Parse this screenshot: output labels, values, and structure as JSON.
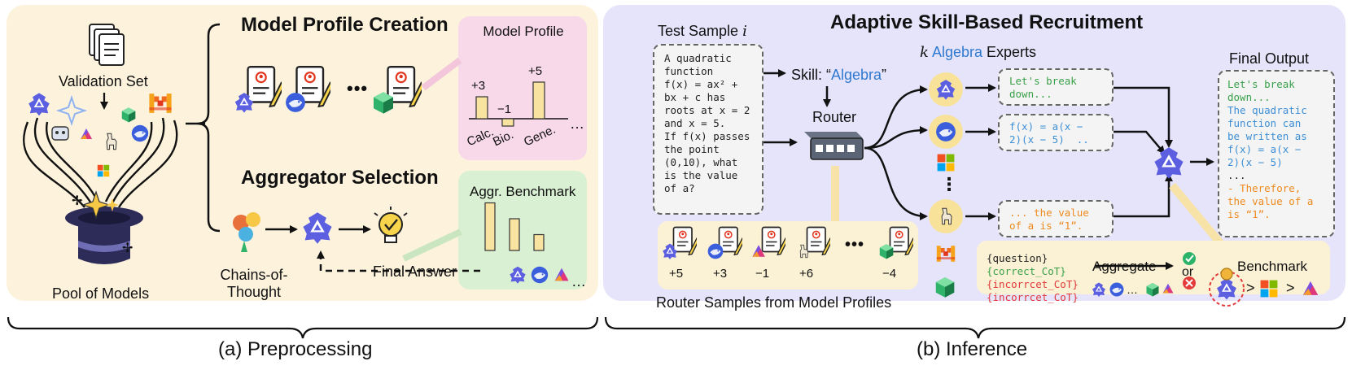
{
  "left_panel": {
    "model_profile_creation_title": "Model Profile Creation",
    "aggregator_selection_title": "Aggregator Selection",
    "validation_set_label": "Validation Set",
    "pool_of_models_label": "Pool of Models",
    "chains_of_thought_label": "Chains-of-\nThought",
    "final_answer_label": "Final Answer",
    "profile_ellipsis": "•••",
    "model_profile_box": {
      "title": "Model Profile",
      "ellipsis": "…",
      "bars": [
        {
          "category": "Calc.",
          "value": 3,
          "value_label": "+3"
        },
        {
          "category": "Bio.",
          "value": -1,
          "value_label": "−1"
        },
        {
          "category": "Gene.",
          "value": 5,
          "value_label": "+5"
        }
      ]
    },
    "aggr_benchmark_box": {
      "title": "Aggr. Benchmark",
      "ellipsis": "…",
      "bar_values": [
        4.5,
        3,
        1.5
      ]
    }
  },
  "right_panel": {
    "title": "Adaptive Skill-Based Recruitment",
    "test_sample_label": "Test Sample",
    "test_sample_var": "i",
    "question_lines": [
      "A quadratic",
      "function",
      "f(x) = ax² +",
      "bx + c has",
      "roots at x = 2",
      "and x = 5.",
      "If f(x) passes",
      "the point",
      "(0,10), what",
      "is the value",
      "of a?"
    ],
    "skill_prefix": "Skill: “",
    "skill_name": "Algebra",
    "skill_suffix": "”",
    "router_label": "Router",
    "experts_k": "k",
    "experts_skill": "Algebra",
    "experts_suffix": "Experts",
    "expert_outputs": [
      {
        "lines": [
          "Let's break",
          "down..."
        ],
        "color": "#3aa14a"
      },
      {
        "lines": [
          "f(x) = a(x −",
          "2)(x − 5)  .."
        ],
        "color": "#3d8fd6"
      },
      {
        "lines": [
          "... the value",
          "of a is “1”."
        ],
        "color": "#ee8a1f"
      }
    ],
    "expert_ellipsis": "⋮",
    "final_output_title": "Final Output",
    "final_output_lines": [
      {
        "text": "Let's break",
        "color": "#3aa14a"
      },
      {
        "text": "down...",
        "color": "#3aa14a"
      },
      {
        "text": "The quadratic",
        "color": "#3d8fd6"
      },
      {
        "text": "function can",
        "color": "#3d8fd6"
      },
      {
        "text": "be written as",
        "color": "#3d8fd6"
      },
      {
        "text": "f(x) = a(x −",
        "color": "#3d8fd6"
      },
      {
        "text": "2)(x − 5)",
        "color": "#3d8fd6"
      },
      {
        "text": "...",
        "color": "#222222"
      },
      {
        "text": "- Therefore,",
        "color": "#ee8a1f"
      },
      {
        "text": "the value of a",
        "color": "#ee8a1f"
      },
      {
        "text": "is “1”.",
        "color": "#ee8a1f"
      }
    ],
    "router_samples_label": "Router Samples from Model Profiles",
    "router_scores": [
      "+5",
      "+3",
      "−1",
      "+6",
      "−4"
    ],
    "router_ellipsis": "•••",
    "aggregate_box": {
      "lines": [
        {
          "text": "{question}",
          "color": "#222222"
        },
        {
          "text": "{correct_CoT}",
          "color": "#3aa14a"
        },
        {
          "text": "{incorrcet_CoT}",
          "color": "#e03a3a"
        },
        {
          "text": "{incorrcet_CoT}",
          "color": "#e03a3a"
        }
      ],
      "aggregate_label": "Aggregate",
      "or_label": "or",
      "ellipsis": "…",
      "benchmark_label": "Benchmark",
      "gt1": ">",
      "gt2": ">"
    }
  },
  "captions": {
    "preprocessing": "(a) Preprocessing",
    "inference": "(b) Inference"
  },
  "colors": {
    "left_panel_bg": "#fdf3dd",
    "right_panel_bg": "#e6e4fb",
    "profile_box_bg": "#f7d9e9",
    "benchmark_box_bg": "#d9f0d3",
    "bar_fill": "#f9e3a0",
    "algebra_blue": "#2f7ad0"
  }
}
